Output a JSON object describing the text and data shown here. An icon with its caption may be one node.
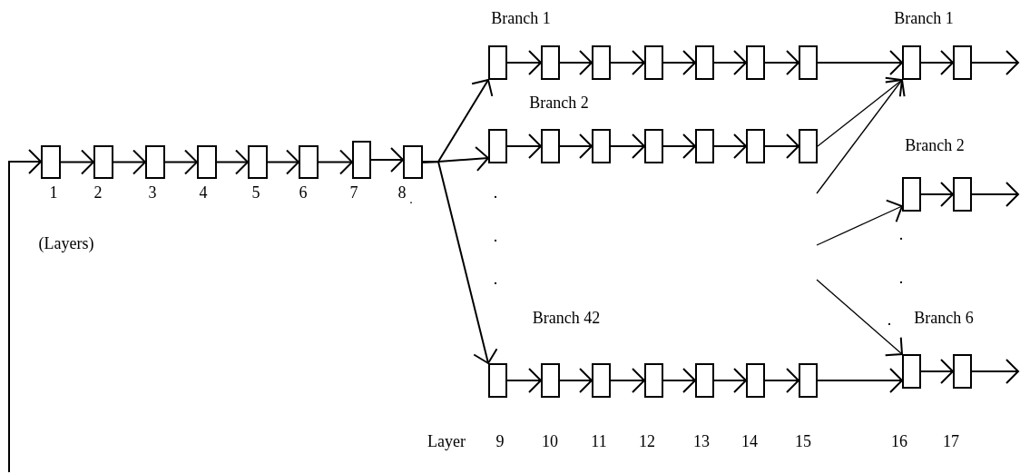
{
  "diagram": {
    "nodes": [
      {
        "text": [],
        "shape": "box"
      },
      {
        "text": [],
        "shape": "box"
      },
      {
        "text": [],
        "shape": "box"
      },
      {
        "text": [],
        "shape": "box"
      },
      {
        "text": [],
        "shape": "box"
      },
      {
        "text": [],
        "shape": "box"
      },
      {
        "text": [],
        "shape": "box"
      },
      {
        "text": [],
        "shape": "box"
      },
      {
        "text": [],
        "shape": "box"
      },
      {
        "text": [],
        "shape": "box"
      },
      {
        "text": [],
        "shape": "box"
      },
      {
        "text": [],
        "shape": "box"
      },
      {
        "text": [],
        "shape": "box"
      },
      {
        "text": [],
        "shape": "box"
      },
      {
        "text": [],
        "shape": "box"
      },
      {
        "text": [],
        "shape": "box"
      },
      {
        "text": [],
        "shape": "box"
      },
      {
        "text": [],
        "shape": "box"
      },
      {
        "text": [],
        "shape": "box"
      },
      {
        "text": [],
        "shape": "box"
      },
      {
        "text": [],
        "shape": "box"
      },
      {
        "text": [],
        "shape": "box"
      },
      {
        "text": [],
        "shape": "box"
      },
      {
        "text": [],
        "shape": "box"
      },
      {
        "text": [],
        "shape": "box"
      },
      {
        "text": [],
        "shape": "box"
      },
      {
        "text": [],
        "shape": "box"
      },
      {
        "text": [],
        "shape": "box"
      },
      {
        "text": [],
        "shape": "box"
      },
      {
        "text": [],
        "shape": "box"
      },
      {
        "text": [],
        "shape": "box"
      },
      {
        "text": [],
        "shape": "box"
      },
      {
        "text": [],
        "shape": "box"
      },
      {
        "text": [],
        "shape": "box"
      },
      {
        "text": [],
        "shape": "box"
      }
    ],
    "edges": [
      {
        "from": null,
        "to": 0,
        "arrow": "to"
      },
      {
        "from": 0,
        "to": 1,
        "arrow": "to"
      },
      {
        "from": 1,
        "to": 2,
        "arrow": "to"
      },
      {
        "from": 2,
        "to": 3,
        "arrow": "to"
      },
      {
        "from": 3,
        "to": 4,
        "arrow": "to"
      },
      {
        "from": 4,
        "to": 5,
        "arrow": "to"
      },
      {
        "from": 5,
        "to": 6,
        "arrow": "to"
      },
      {
        "from": 6,
        "to": 7,
        "arrow": "to"
      },
      {
        "from": 7,
        "to": 8,
        "arrow": "to"
      },
      {
        "from": 7,
        "to": 15,
        "arrow": "to"
      },
      {
        "from": 7,
        "to": 22,
        "arrow": "to"
      },
      {
        "from": 8,
        "to": 9,
        "arrow": "to"
      },
      {
        "from": 9,
        "to": 10,
        "arrow": "to"
      },
      {
        "from": 10,
        "to": 11,
        "arrow": "to"
      },
      {
        "from": 11,
        "to": 12,
        "arrow": "to"
      },
      {
        "from": 12,
        "to": 13,
        "arrow": "to"
      },
      {
        "from": 13,
        "to": 14,
        "arrow": "to"
      },
      {
        "from": 15,
        "to": 16,
        "arrow": "to"
      },
      {
        "from": 16,
        "to": 17,
        "arrow": "to"
      },
      {
        "from": 17,
        "to": 18,
        "arrow": "to"
      },
      {
        "from": 18,
        "to": 19,
        "arrow": "to"
      },
      {
        "from": 19,
        "to": 20,
        "arrow": "to"
      },
      {
        "from": 20,
        "to": 21,
        "arrow": "to"
      },
      {
        "from": 22,
        "to": 23,
        "arrow": "to"
      },
      {
        "from": 23,
        "to": 24,
        "arrow": "to"
      },
      {
        "from": 24,
        "to": 25,
        "arrow": "to"
      },
      {
        "from": 25,
        "to": 26,
        "arrow": "to"
      },
      {
        "from": 26,
        "to": 27,
        "arrow": "to"
      },
      {
        "from": 27,
        "to": 28,
        "arrow": "to"
      },
      {
        "from": 14,
        "to": 29,
        "arrow": "to"
      },
      {
        "from": 21,
        "to": 29,
        "arrow": "to"
      },
      {
        "from": null,
        "to": 29,
        "arrow": "to"
      },
      {
        "from": null,
        "to": 31,
        "arrow": "to"
      },
      {
        "from": null,
        "to": 33,
        "arrow": "to"
      },
      {
        "from": 28,
        "to": 33,
        "arrow": "to"
      },
      {
        "from": 29,
        "to": 30,
        "arrow": "to"
      },
      {
        "from": 31,
        "to": 32,
        "arrow": "to"
      },
      {
        "from": 33,
        "to": 34,
        "arrow": "to"
      },
      {
        "from": 30,
        "to": null,
        "arrow": "to"
      },
      {
        "from": 32,
        "to": null,
        "arrow": "to"
      },
      {
        "from": 34,
        "to": null,
        "arrow": "to"
      }
    ],
    "labels": [
      "Branch 1",
      "Branch 1",
      "Branch 2",
      "Branch 2",
      "1",
      "2",
      "3",
      "4",
      "5",
      "6",
      "7",
      "8",
      ".",
      ".",
      ".",
      "(Layers)",
      ".",
      ".",
      ".",
      "Branch 42",
      ".",
      "Branch 6",
      "Layer",
      "9",
      "10",
      "11",
      "12",
      "13",
      "14",
      "15",
      "16",
      "17"
    ]
  }
}
